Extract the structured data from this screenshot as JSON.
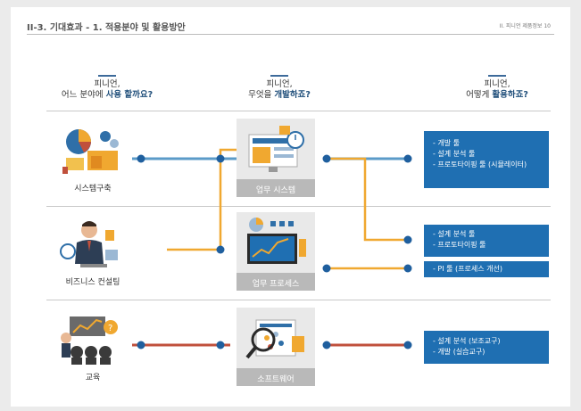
{
  "header": {
    "title": "II-3. 기대효과 - 1. 적용분야 및 활용방안",
    "page_ref": "II. 피니언 제품정보 10"
  },
  "columns": {
    "c1": {
      "line1": "피니언,",
      "pre": "어느 분야에 ",
      "strong": "사용 할까요?"
    },
    "c2": {
      "line1": "피니언,",
      "pre": "무엇을 ",
      "strong": "개발하죠?"
    },
    "c3": {
      "line1": "피니언,",
      "pre": "어떻게 ",
      "strong": "활용하죠?"
    }
  },
  "rows": [
    {
      "domain_label": "시스템구축",
      "product_label": "업무 시스템"
    },
    {
      "domain_label": "비즈니스 컨설팅",
      "product_label": "업무 프로세스"
    },
    {
      "domain_label": "교육",
      "product_label": "소프트웨어"
    }
  ],
  "usages": [
    {
      "items": [
        "- 개발 툴",
        "- 설계 분석 툴",
        "- 프로토타이핑 툴 (시뮬레이터)"
      ]
    },
    {
      "items": [
        "- 설계 분석 툴",
        "- 프로토타이핑 툴"
      ]
    },
    {
      "items": [
        "- PI 툴 (프로세스 개선)"
      ]
    },
    {
      "items": [
        "- 설계 분석 (보조교구)",
        "- 개발 (실습교구)"
      ]
    }
  ],
  "colors": {
    "blue_line": "#5b9bc8",
    "orange_line": "#f0a830",
    "red_line": "#c0503c",
    "dot": "#1f5f9e",
    "box": "#1f6fb2"
  }
}
